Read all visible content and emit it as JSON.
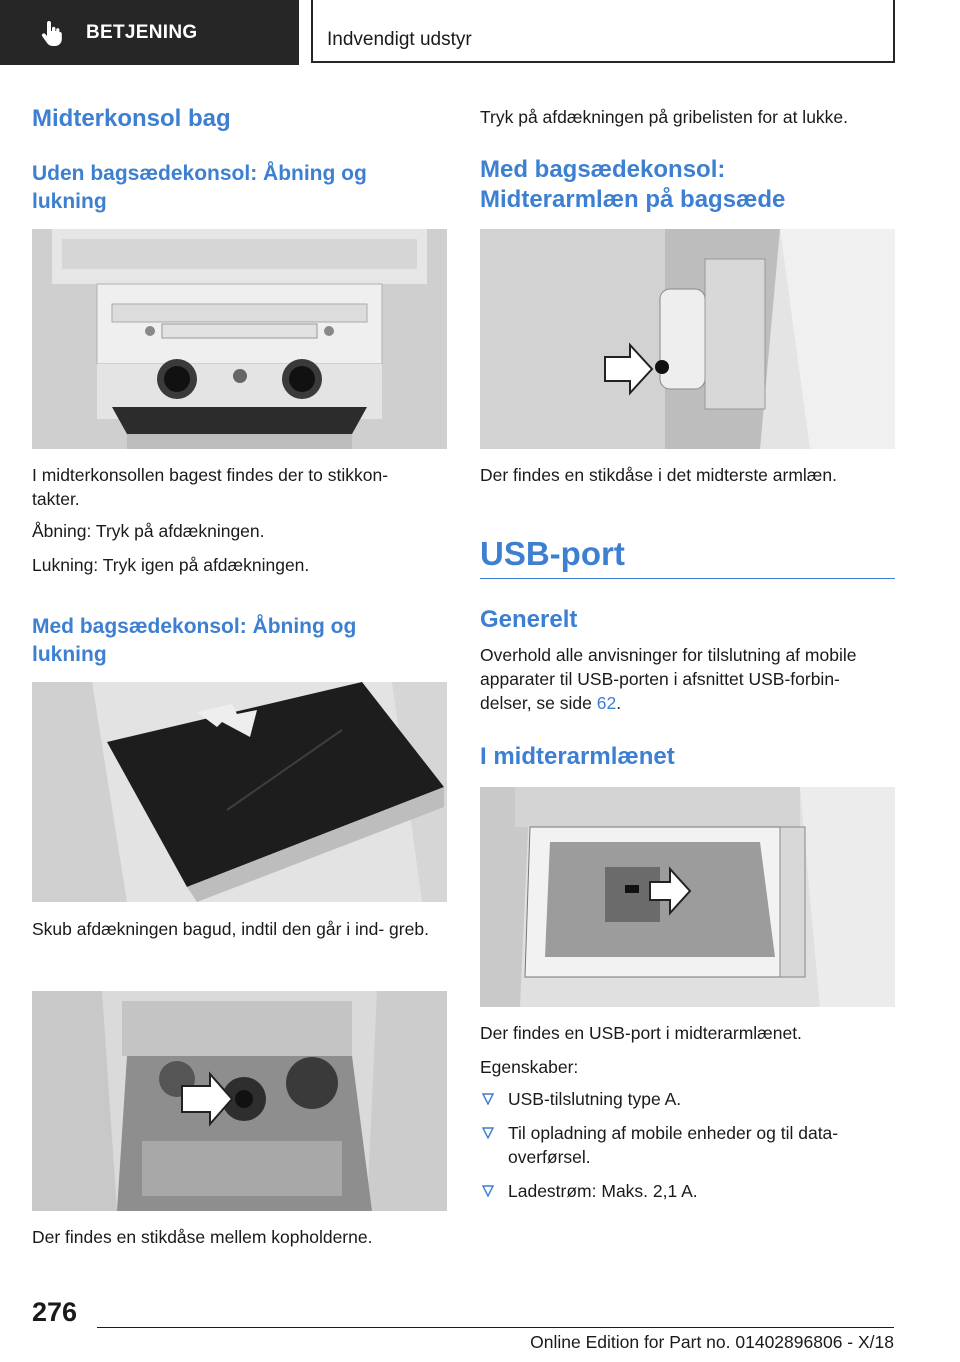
{
  "header": {
    "section": "BETJENING",
    "chapter": "Indvendigt udstyr",
    "icon": "pointing-hand-icon"
  },
  "left": {
    "title": "Midterkonsol bag",
    "sub1": "Uden bagsædekonsol: Åbning og lukning",
    "p1": "I midterkonsollen bagest findes der to stikkon- takter.",
    "p2": "Åbning: Tryk på afdækningen.",
    "p3": "Lukning: Tryk igen på afdækningen.",
    "sub2": "Med bagsædekonsol: Åbning og lukning",
    "p4": "Skub afdækningen bagud, indtil den går i ind- greb.",
    "p5": "Der findes en stikdåse mellem kopholderne."
  },
  "right": {
    "p1": "Tryk på afdækningen på gribelisten for at lukke.",
    "sub1": "Med bagsædekonsol: Midterarmlæn på bagsæde",
    "p2": "Der findes en stikdåse i det midterste armlæn.",
    "title": "USB-port",
    "sub2": "Generelt",
    "p3_text": "Overhold alle anvisninger for tilslutning af mobile apparater til USB-porten i afsnittet USB-forbin- delser, se side ",
    "p3_link": "62",
    "p3_end": ".",
    "sub3": "I midterarmlænet",
    "p4": "Der findes en USB-port i midterarmlænet.",
    "p5": "Egenskaber:",
    "bullets": [
      "USB-tilslutning type A.",
      "Til opladning af mobile enheder og til data- overførsel.",
      "Ladestrøm: Maks. 2,1 A."
    ]
  },
  "footer": {
    "page": "276",
    "edition": "Online Edition for Part no. 01402896806 - X/18"
  },
  "colors": {
    "accent": "#3d7fd1",
    "header_bg": "#262626"
  }
}
